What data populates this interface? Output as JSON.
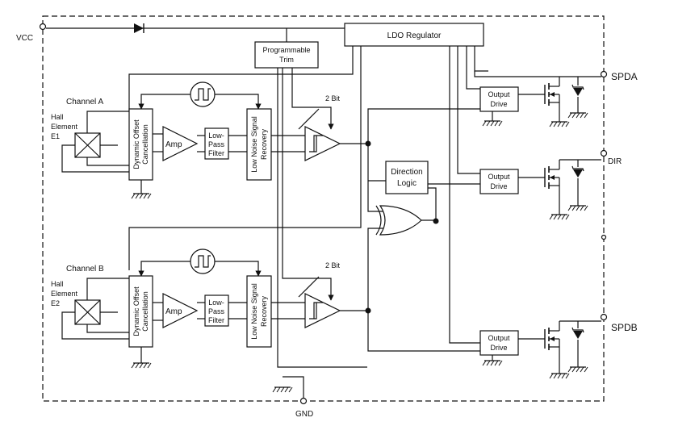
{
  "pins": {
    "vcc": "VCC",
    "gnd": "GND",
    "spda": "SPDA",
    "dir": "DIR",
    "spdb": "SPDB"
  },
  "blocks": {
    "ldo": "LDO Regulator",
    "trim_line1": "Programmable",
    "trim_line2": "Trim",
    "direction_line1": "Direction",
    "direction_line2": "Logic",
    "output_drive_line1": "Output",
    "output_drive_line2": "Drive"
  },
  "channel_a": {
    "title": "Channel A",
    "hall_line1": "Hall",
    "hall_line2": "Element",
    "hall_line3": "E1",
    "doc_line1": "Dynamic Offset",
    "doc_line2": "Cancellation",
    "amp": "Amp",
    "lpf_line1": "Low-",
    "lpf_line2": "Pass",
    "lpf_line3": "Filter",
    "lnsr_line1": "Low Noise Signal",
    "lnsr_line2": "Recovery",
    "bits": "2 Bit"
  },
  "channel_b": {
    "title": "Channel B",
    "hall_line1": "Hall",
    "hall_line2": "Element",
    "hall_line3": "E2",
    "doc_line1": "Dynamic Offset",
    "doc_line2": "Cancellation",
    "amp": "Amp",
    "lpf_line1": "Low-",
    "lpf_line2": "Pass",
    "lpf_line3": "Filter",
    "lnsr_line1": "Low Noise Signal",
    "lnsr_line2": "Recovery",
    "bits": "2 Bit"
  },
  "icons": {
    "diode": "diode-icon",
    "ground": "ground-icon",
    "clock": "clock-square-wave-icon",
    "comparator": "hysteresis-comparator-icon",
    "xor": "xor-gate-icon",
    "mosfet": "mosfet-icon",
    "zener": "zener-diode-icon"
  }
}
